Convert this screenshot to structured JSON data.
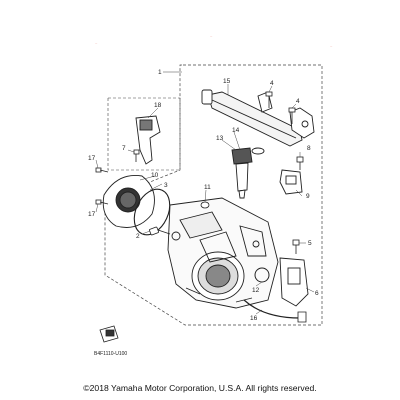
{
  "diagram": {
    "callouts": {
      "c1": "1",
      "c2": "2",
      "c3": "3",
      "c4a": "4",
      "c4b": "4",
      "c5": "5",
      "c6": "6",
      "c7": "7",
      "c8": "8",
      "c9": "9",
      "c10": "10",
      "c11": "11",
      "c12": "12",
      "c13": "13",
      "c14": "14",
      "c15": "15",
      "c16": "16",
      "c17a": "17",
      "c17b": "17",
      "c18": "18"
    },
    "code": "B4F1110-U100"
  },
  "footer": {
    "copyright": "©2018 Yamaha Motor Corporation, U.S.A. All rights reserved."
  }
}
